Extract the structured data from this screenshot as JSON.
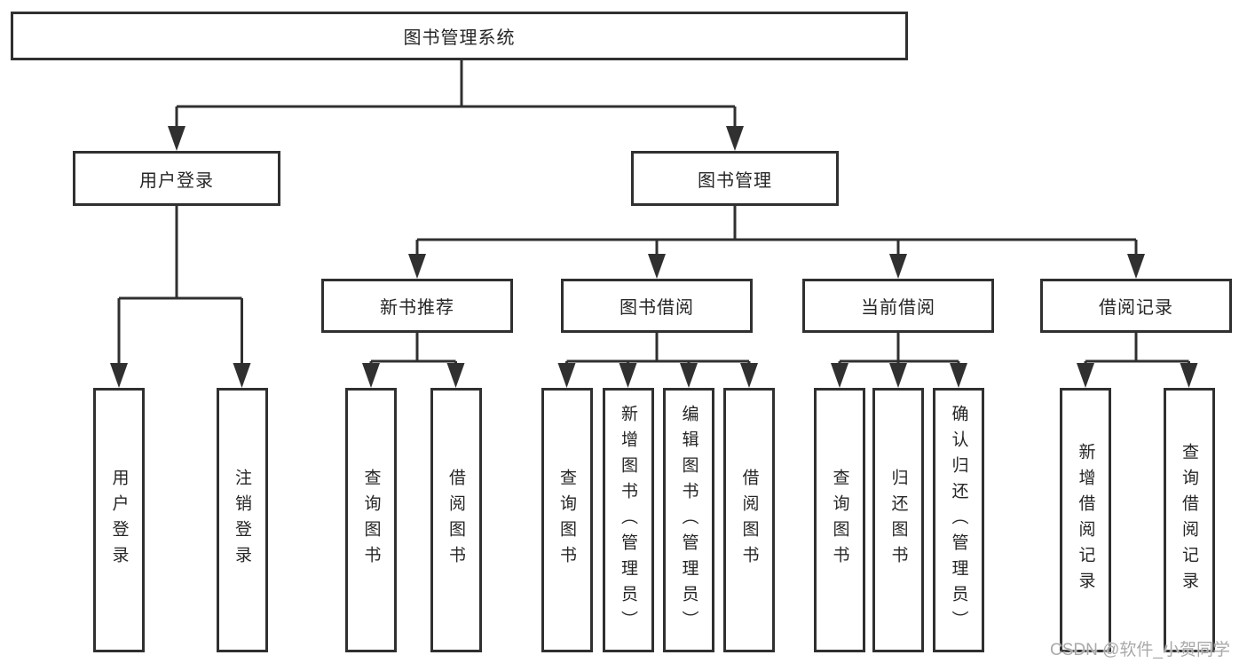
{
  "tree": {
    "label": "图书管理系统",
    "children": [
      {
        "label": "用户登录",
        "children": [
          {
            "label": "用户登录"
          },
          {
            "label": "注销登录"
          }
        ]
      },
      {
        "label": "图书管理",
        "children": [
          {
            "label": "新书推荐",
            "children": [
              {
                "label": "查询图书"
              },
              {
                "label": "借阅图书"
              }
            ]
          },
          {
            "label": "图书借阅",
            "children": [
              {
                "label": "查询图书"
              },
              {
                "label": "新增图书（管理员）"
              },
              {
                "label": "编辑图书（管理员）"
              },
              {
                "label": "借阅图书"
              }
            ]
          },
          {
            "label": "当前借阅",
            "children": [
              {
                "label": "查询图书"
              },
              {
                "label": "归还图书"
              },
              {
                "label": "确认归还（管理员）"
              }
            ]
          },
          {
            "label": "借阅记录",
            "children": [
              {
                "label": "新增借阅记录"
              },
              {
                "label": "查询借阅记录"
              }
            ]
          }
        ]
      }
    ]
  },
  "watermark": {
    "text": "CSDN @软件_小贺同学"
  },
  "colors": {
    "line": "#303030",
    "box_border": "#303030",
    "text": "#262626",
    "background": "#ffffff",
    "watermark": "#a9a9a9"
  }
}
